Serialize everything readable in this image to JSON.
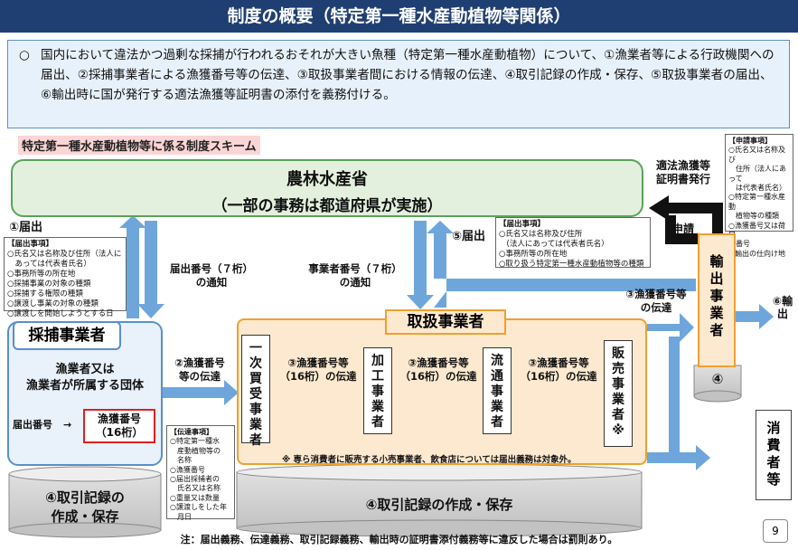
{
  "title": "制度の概要（特定第一種水産動植物等関係）",
  "intro": {
    "bullet": "○",
    "text": "国内において違法かつ過剰な採捕が行われるおそれが大きい魚種（特定第一種水産動植物）について、①漁業者等による行政機関への届出、②採捕事業者による漁獲番号等の伝達、③取扱事業者間における情報の伝達、④取引記録の作成・保存、⑤取扱事業者の届出、⑥輸出時に国が発行する適法漁獲等証明書の添付を義務付ける。"
  },
  "scheme_label": "特定第一種水産動植物等に係る制度スキーム",
  "ministry": {
    "line1": "農林水産省",
    "line2": "（一部の事務は都道府県が実施）"
  },
  "notif1": {
    "label": "①届出",
    "header": "【届出事項】",
    "items": [
      "○氏名又は名称及び住所（法人に",
      "　あっては代表者氏名）",
      "○事務所等の所在地",
      "○採捕事業の対象の種類",
      "○採捕する権限の種類",
      "○譲渡し事業の対象の種類",
      "○譲渡しを開始しようとする日"
    ]
  },
  "catch_number_notice": {
    "line1": "届出番号（７桁）",
    "line2": "の通知"
  },
  "operator_number_notice": {
    "line1": "事業者番号（７桁）",
    "line2": "の通知"
  },
  "notif5": {
    "label": "⑤届出",
    "header": "【届出事項】",
    "items": [
      "○氏名又は名称及び住所",
      "　(法人にあっては代表者氏名）",
      "○事務所等の所在地",
      "○取り扱う特定第一種水産動植物等の種類"
    ]
  },
  "certificate": {
    "line1": "適法漁獲等",
    "line2": "証明書発行"
  },
  "application": {
    "label": "申請"
  },
  "application_items": {
    "header": "【申請事項】",
    "items": [
      "○氏名又は名称及び",
      "　住所（法人にあって",
      "　は代表者氏名）",
      "○特定第一種水産動",
      "　植物等の種類",
      "○漁獲番号又は荷口",
      "　番号",
      "○輸出の仕向け地　等"
    ]
  },
  "harvester": {
    "title": "採捕事業者",
    "desc1": "漁業者又は",
    "desc2": "漁業者が所属する団体",
    "notif_no": "届出番号",
    "arrow": "→",
    "catch_no1": "漁獲番号",
    "catch_no2": "（16桁）"
  },
  "transfer2": {
    "line1": "②漁獲番号",
    "line2": "等の伝達"
  },
  "transfer_items": {
    "header": "【伝達事項】",
    "items": [
      "○特定第一種水",
      "　産動植物等の",
      "　名称",
      "○漁獲番号",
      "○届出採捕者の",
      "　氏名又は名称",
      "○重量又は数量",
      "○譲渡しをした年",
      "　月日"
    ]
  },
  "handler": {
    "title": "取扱事業者",
    "boxes": [
      "一次買受事業者",
      "加工事業者",
      "流通事業者",
      "販売事業者※"
    ],
    "transfer_line1": "③漁獲番号等",
    "transfer_line2": "（16桁）の伝達"
  },
  "note": "※ 専ら消費者に販売する小売事業者、飲食店については届出義務は対象外。",
  "transfer3_export": {
    "line1": "③漁獲番号等",
    "line2": "の伝達"
  },
  "exporter": {
    "text": "輸出事業者",
    "record": "④"
  },
  "export_label": "⑥輸出",
  "consumer": "消費者等",
  "record_left": {
    "line1": "④取引記録の",
    "line2": "作成・保存"
  },
  "record_right": "④取引記録の作成・保存",
  "page_number": "9",
  "footer": "注：届出義務、伝達義務、取引記録義務、輸出時の証明書添付義務等に違反した場合は罰則あり。",
  "colors": {
    "title_bg": "#1f3f73",
    "arrow": "#6ea6dc",
    "ministry_bg": "#e3f0dd",
    "handler_bg": "#fde9cf",
    "record_red": "#e02020"
  }
}
